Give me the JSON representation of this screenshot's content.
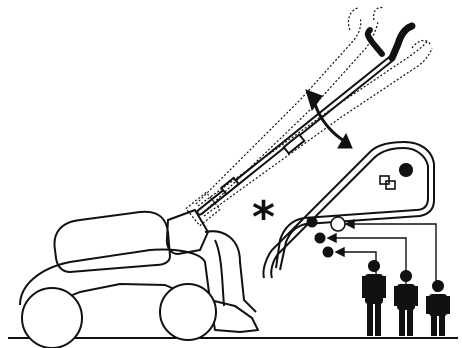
{
  "diagram": {
    "subject": "lawnmower-handle-height-adjustment",
    "symbol_text": "*",
    "operator_heights": [
      "tall",
      "medium",
      "short"
    ],
    "adjustment_positions": 3,
    "colors": {
      "line": "#111111",
      "background": "#ffffff",
      "fill_dark": "#111111"
    }
  }
}
